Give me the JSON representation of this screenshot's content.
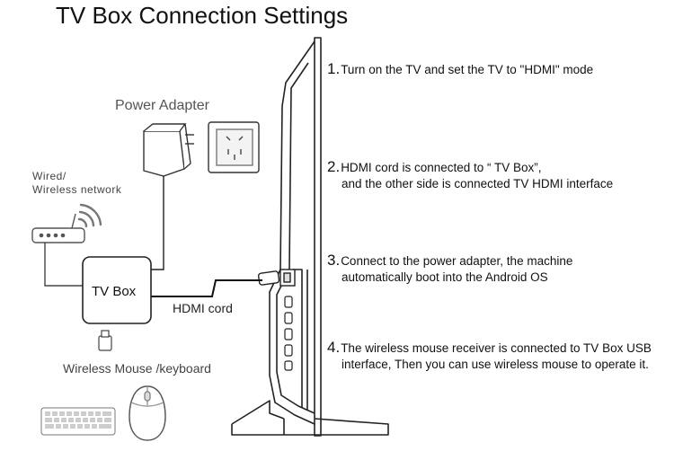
{
  "title": "TV Box Connection Settings",
  "labels": {
    "power_adapter": "Power Adapter",
    "wired_line1": "Wired/",
    "wired_line2": "Wireless network",
    "tv_box": "TV Box",
    "hdmi_cord": "HDMI cord",
    "wireless_mouse": "Wireless Mouse /keyboard"
  },
  "steps": [
    {
      "num": "1.",
      "line1": "Turn on the TV and set the TV to \"HDMI\" mode",
      "line2": ""
    },
    {
      "num": "2.",
      "line1": "HDMI cord is connected to “ TV Box”,",
      "line2": "and the other side is connected TV HDMI interface"
    },
    {
      "num": "3.",
      "line1": "Connect to the power adapter, the machine",
      "line2": "automatically boot into the Android OS"
    },
    {
      "num": "4.",
      "line1": "The wireless mouse receiver is connected to TV  Box USB",
      "line2": "interface, Then you can use wireless mouse to operate it."
    }
  ],
  "colors": {
    "line": "#222222",
    "light": "#888888"
  }
}
